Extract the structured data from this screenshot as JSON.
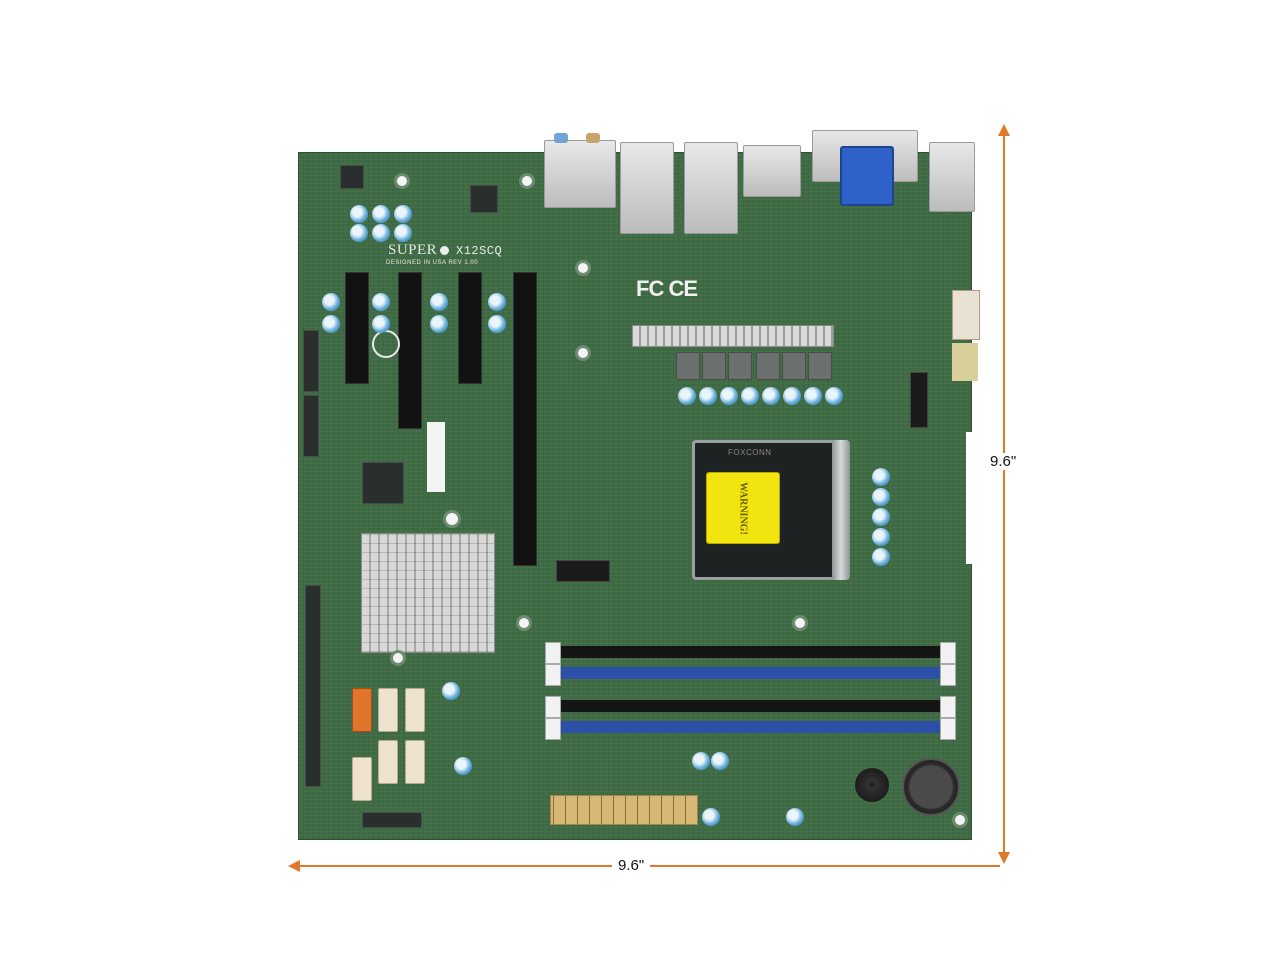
{
  "product": {
    "brand_silkscreen": "SUPER",
    "model_silkscreen": "X12SCQ",
    "designed_in": "DESIGNED IN USA REV 1.00",
    "cert_marks": "FC CE",
    "socket_vendor": "FOXCONN",
    "socket_label": "WARNING!"
  },
  "dimensions": {
    "width_label": "9.6\"",
    "height_label": "9.6\""
  },
  "colors": {
    "pcb_green": "#3f6b45",
    "arrow_orange": "#e0772a",
    "dimm_blue": "#2c4fa8",
    "vga_blue": "#2f62c8",
    "warning_yellow": "#f2e40f",
    "sata_orange": "#e0742c"
  },
  "components": {
    "rear_io": [
      "audio-jacks",
      "usb-stack-1",
      "usb-stack-2",
      "lan-port",
      "vga-port",
      "dp-usb-stack"
    ],
    "pcie_slots": 4,
    "dimm_slots": 4,
    "sata_ports": 6
  }
}
